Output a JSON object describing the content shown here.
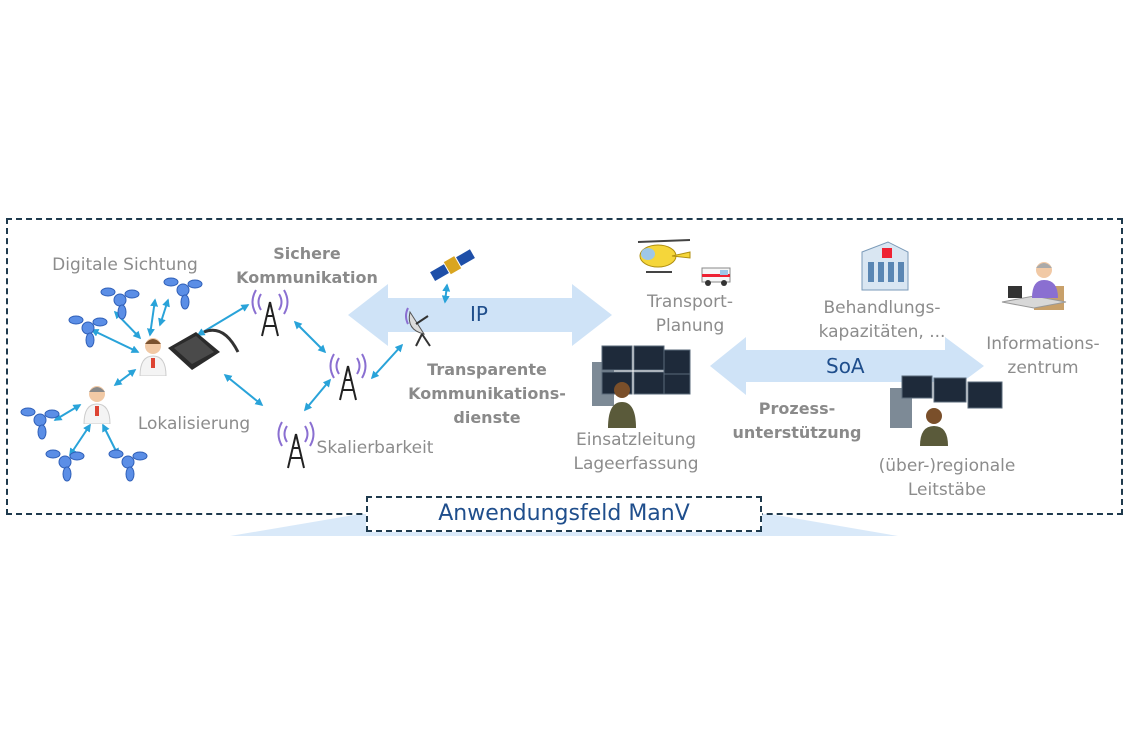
{
  "labels": {
    "digitale_sichtung": "Digitale Sichtung",
    "sichere_1": "Sichere",
    "sichere_2": "Kommunikation",
    "lokalisierung": "Lokalisierung",
    "skalierbarkeit": "Skalierbarkeit",
    "ip": "IP",
    "transparente_1": "Transparente",
    "transparente_2": "Kommunikations-",
    "transparente_3": "dienste",
    "transport_1": "Transport-",
    "transport_2": "Planung",
    "einsatz_1": "Einsatzleitung",
    "einsatz_2": "Lageerfassung",
    "soa": "SoA",
    "prozess_1": "Prozess-",
    "prozess_2": "unterstützung",
    "behandlung_1": "Behandlungs-",
    "behandlung_2": "kapazitäten, ...",
    "info_1": "Informations-",
    "info_2": "zentrum",
    "leitstaebe_1": "(über-)regionale",
    "leitstaebe_2": "Leitstäbe",
    "anwendungsfeld": "Anwendungsfeld ManV"
  },
  "colors": {
    "frame": "#1f3a4d",
    "arrow_fill": "#cfe3f7",
    "accent_text": "#1f4e8c",
    "label_text": "#8c8c8c",
    "link_arrow": "#29a3d9",
    "sensor": "#4a7fd8"
  },
  "icons": [
    "satellite-icon",
    "radio-tower-icon",
    "satellite-dish-icon",
    "helicopter-icon",
    "ambulance-icon",
    "hospital-icon",
    "operator-icon",
    "monitor-wall-icon",
    "tablet-device-icon",
    "doctor-icon",
    "sensor-node-icon"
  ]
}
